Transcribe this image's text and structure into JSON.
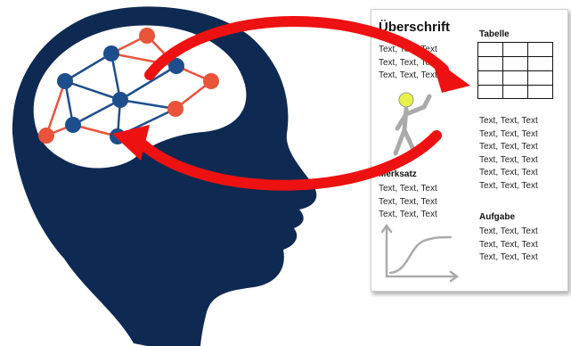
{
  "document": {
    "heading": "Überschrift",
    "heading_text": [
      "Text, Text, Text",
      "Text, Text, Text",
      "Text, Text, Text"
    ],
    "table_label": "Tabelle",
    "table_text": [
      "Text, Text, Text",
      "Text, Text, Text",
      "Text, Text, Text",
      "Text, Text, Text",
      "Text, Text, Text",
      "Text, Text, Text"
    ],
    "merksatz_label": "Merksatz",
    "merksatz_text": [
      "Text, Text, Text",
      "Text, Text, Text",
      "Text, Text, Text"
    ],
    "aufgabe_label": "Aufgabe",
    "aufgabe_text": [
      "Text, Text, Text",
      "Text, Text, Text",
      "Text, Text, Text"
    ]
  },
  "colors": {
    "head": "#0f2a52",
    "node_blue": "#1f4e8c",
    "node_red": "#e8533a",
    "arrow": "#ee1111",
    "figure": "#aaaaaa",
    "figure_head": "#e6f24a"
  },
  "icons": [
    "head-silhouette-icon",
    "neural-network-icon",
    "stick-figure-icon",
    "curve-graph-icon",
    "table-grid-icon",
    "curved-arrow-icon"
  ]
}
